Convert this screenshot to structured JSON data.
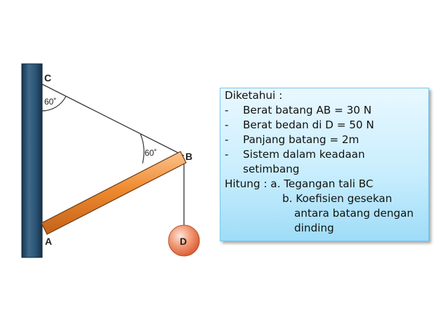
{
  "figure": {
    "points": {
      "A": "A",
      "B": "B",
      "C": "C",
      "D": "D"
    },
    "angle_at_c": "60˚",
    "angle_at_b": "60˚"
  },
  "info": {
    "heading": "Diketahui :",
    "given": [
      {
        "dash": "-",
        "text": "Berat batang AB = 30 N"
      },
      {
        "dash": "-",
        "text": "Berat bedan di D = 50 N"
      },
      {
        "dash": "-",
        "text": "Panjang batang = 2m"
      },
      {
        "dash": "-",
        "text": "Sistem dalam keadaan"
      }
    ],
    "given_continuation": "setimbang",
    "ask_label": "Hitung : ",
    "ask_a": "a. Tegangan tali BC",
    "ask_b": "b. Koefisien gesekan",
    "ask_b_line2": "antara batang dengan",
    "ask_b_line3": "dinding"
  }
}
